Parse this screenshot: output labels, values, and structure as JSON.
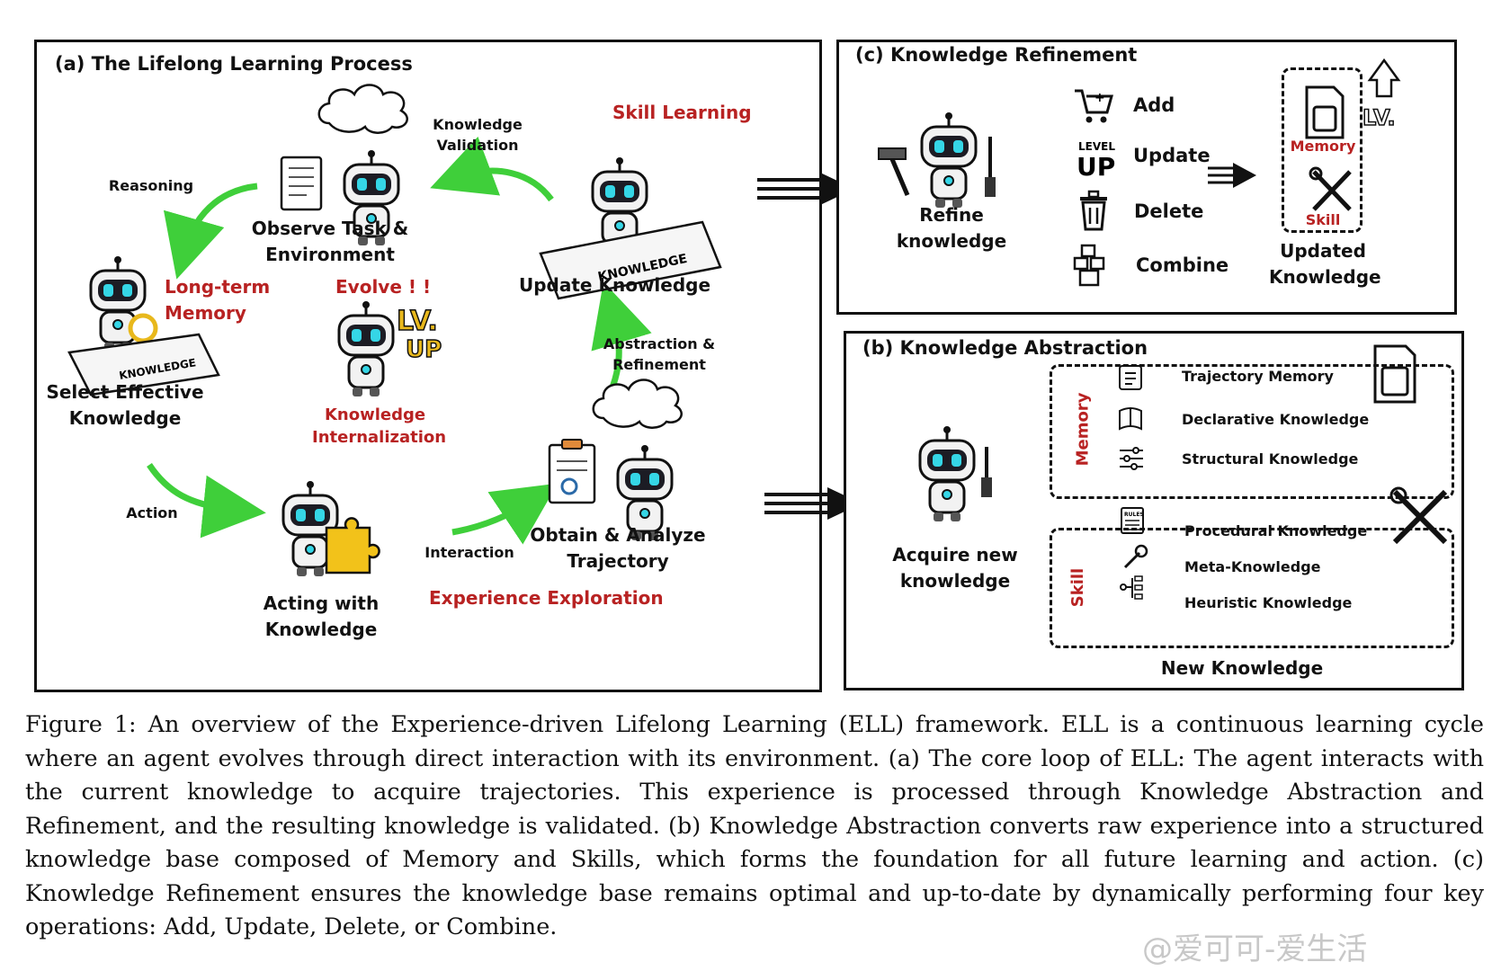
{
  "panel_a": {
    "title": "(a) The Lifelong Learning Process",
    "observe": [
      "Observe Task &",
      "Environment"
    ],
    "reasoning": "Reasoning",
    "knowledge_validation": [
      "Knowledge",
      "Validation"
    ],
    "skill_learning": "Skill Learning",
    "update_knowledge": "Update Knowledge",
    "long_term_memory": [
      "Long-term",
      "Memory"
    ],
    "evolve": "Evolve ! !",
    "lv_badge": [
      "LV.",
      "UP"
    ],
    "knowledge_internalization": [
      "Knowledge",
      "Internalization"
    ],
    "select_effective": [
      "Select Effective",
      "Knowledge"
    ],
    "abstraction_refinement": [
      "Abstraction &",
      "Refinement"
    ],
    "action": "Action",
    "interaction": "Interaction",
    "obtain_analyze": [
      "Obtain & Analyze",
      "Trajectory"
    ],
    "acting_with": [
      "Acting with",
      "Knowledge"
    ],
    "experience_exploration": "Experience Exploration",
    "paper_text": "KNOWLEDGE"
  },
  "panel_c": {
    "title": "(c) Knowledge Refinement",
    "refine": [
      "Refine",
      "knowledge"
    ],
    "ops": [
      "Add",
      "Update",
      "Delete",
      "Combine"
    ],
    "level_up_icon": [
      "LEVEL",
      "UP"
    ],
    "memory": "Memory",
    "skill": "Skill",
    "updated": [
      "Updated",
      "Knowledge"
    ],
    "lv_icon": "LV."
  },
  "panel_b": {
    "title": "(b) Knowledge Abstraction",
    "acquire": [
      "Acquire new",
      "knowledge"
    ],
    "memory_label": "Memory",
    "memory_items": [
      "Trajectory Memory",
      "Declarative Knowledge",
      "Structural Knowledge"
    ],
    "skill_label": "Skill",
    "skill_items": [
      "Procedural Knowledge",
      "Meta-Knowledge",
      "Heuristic Knowledge"
    ],
    "new_knowledge": "New Knowledge",
    "rules_icon": "RULES"
  },
  "caption": "Figure 1: An overview of the Experience-driven Lifelong Learning (ELL) framework. ELL is a continuous learning cycle where an agent evolves through direct interaction with its environment. (a) The core loop of ELL: The agent interacts with the current knowledge to acquire trajectories. This experience is processed through Knowledge Abstraction and Refinement, and the resulting knowledge is validated. (b) Knowledge Abstraction converts raw experience into a structured knowledge base composed of Memory and Skills, which forms the foundation for all future learning and action. (c) Knowledge Refinement ensures the knowledge base remains optimal and up-to-date by dynamically performing four key operations: Add, Update, Delete, or Combine.",
  "watermark": "@爱可可-爱生活",
  "colors": {
    "red_label": "#b82222",
    "arrow_green": "#3fcf3a",
    "robot_cyan": "#35d6e6",
    "lv_gold": "#e8b81c"
  }
}
